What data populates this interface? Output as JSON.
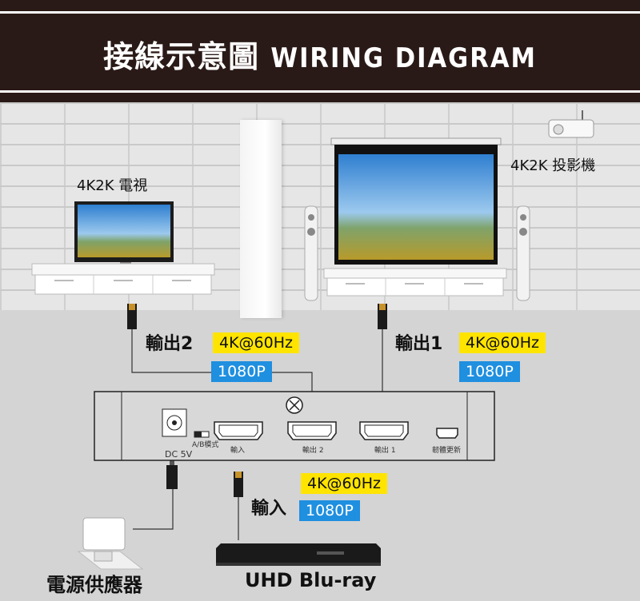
{
  "header": {
    "title_zh": "接線示意圖",
    "title_en": "WIRING DIAGRAM"
  },
  "devices": {
    "tv_label": "4K2K 電視",
    "projector_label": "4K2K 投影機",
    "power_label": "電源供應器",
    "bluray_label": "UHD Blu-ray"
  },
  "outputs": {
    "out2_label": "輸出2",
    "out2_tag_a": "4K@60Hz",
    "out2_tag_b": "1080P",
    "out1_label": "輸出1",
    "out1_tag_a": "4K@60Hz",
    "out1_tag_b": "1080P",
    "in_label": "輸入",
    "in_tag_a": "4K@60Hz",
    "in_tag_b": "1080P"
  },
  "splitter": {
    "dc_label": "DC 5V",
    "ab_label": "A/B模式",
    "port_in": "輸入",
    "port_out2": "輸出 2",
    "port_out1": "輸出 1",
    "port_fw": "韌體更新"
  },
  "colors": {
    "banner": "#2a1a17",
    "tag_yellow": "#ffe400",
    "tag_blue": "#1f8fe0"
  }
}
